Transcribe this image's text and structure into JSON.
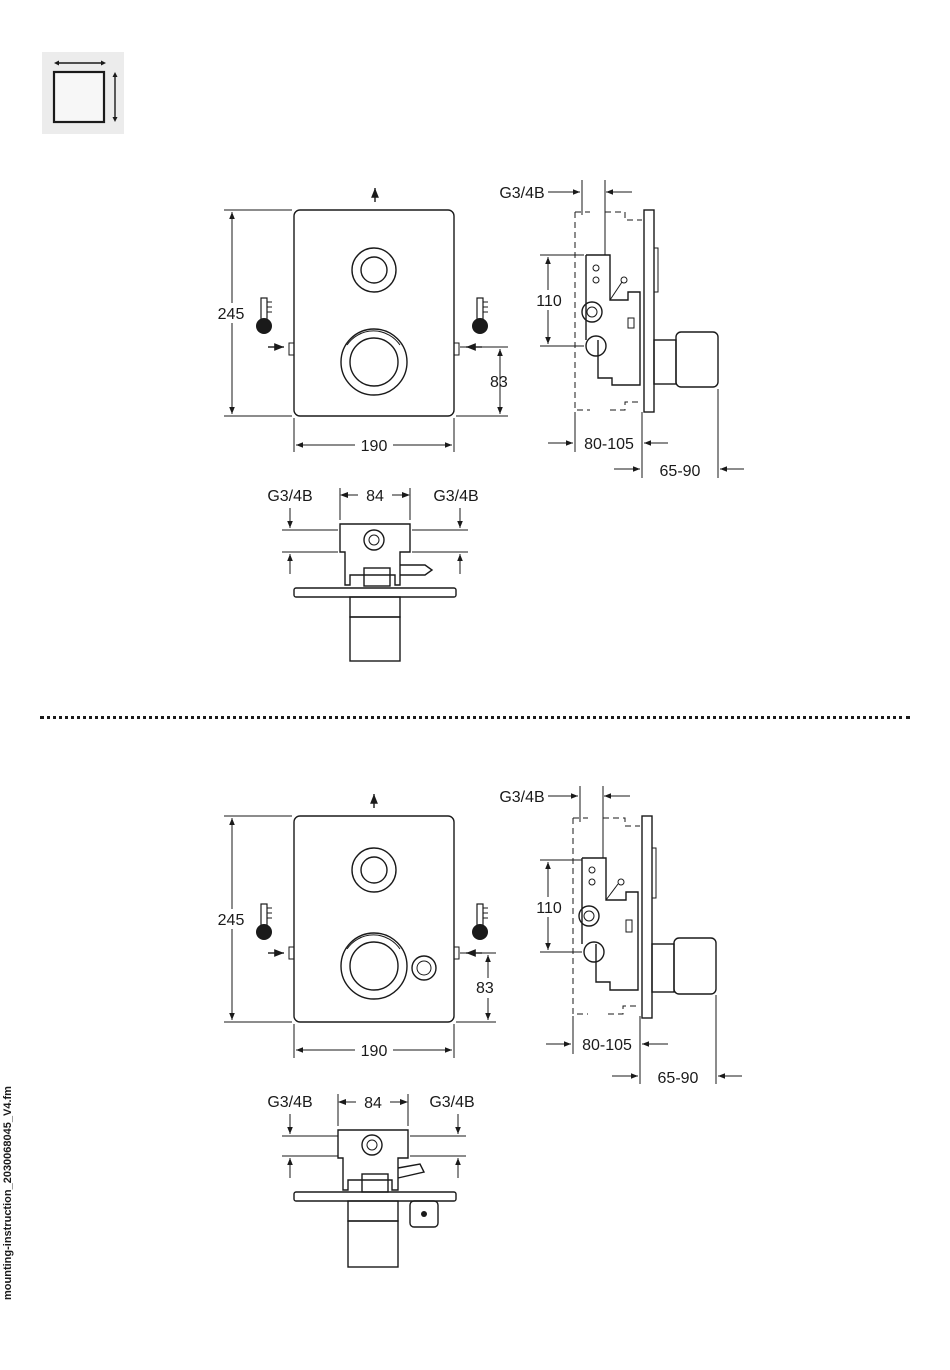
{
  "footer": {
    "filename": "mounting-instruction_2030068045_V4.fm"
  },
  "icons": {
    "dimensions": "dimensions-icon",
    "hot_water": "thermometer-hot-icon",
    "cold_water": "thermometer-cold-icon"
  },
  "variants": [
    {
      "front": {
        "height": "245",
        "width": "190",
        "inlet_offset": "83"
      },
      "side": {
        "thread": "G3/4B",
        "height": "110",
        "wall_depth": "80-105",
        "projection": "65-90"
      },
      "top": {
        "thread_left": "G3/4B",
        "spacing": "84",
        "thread_right": "G3/4B"
      }
    },
    {
      "front": {
        "height": "245",
        "width": "190",
        "inlet_offset": "83"
      },
      "side": {
        "thread": "G3/4B",
        "height": "110",
        "wall_depth": "80-105",
        "projection": "65-90"
      },
      "top": {
        "thread_left": "G3/4B",
        "spacing": "84",
        "thread_right": "G3/4B"
      }
    }
  ]
}
